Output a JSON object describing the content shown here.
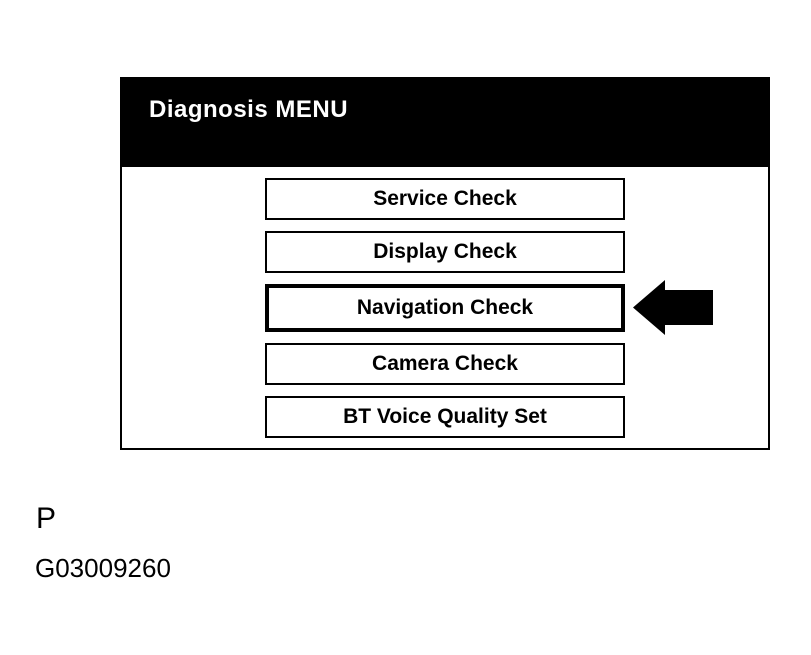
{
  "menu": {
    "title": "Diagnosis MENU",
    "buttons": [
      {
        "label": "Service Check",
        "selected": false
      },
      {
        "label": "Display Check",
        "selected": false
      },
      {
        "label": "Navigation Check",
        "selected": true
      },
      {
        "label": "Camera Check",
        "selected": false
      },
      {
        "label": "BT Voice Quality Set",
        "selected": false
      }
    ]
  },
  "figure": {
    "label": "P",
    "id": "G03009260"
  },
  "icons": {
    "selection_arrow": "left-arrow-icon"
  },
  "colors": {
    "header_bg": "#000000",
    "header_text": "#ffffff",
    "button_border": "#000000",
    "button_bg": "#ffffff",
    "arrow_fill": "#000000",
    "page_bg": "#ffffff"
  }
}
